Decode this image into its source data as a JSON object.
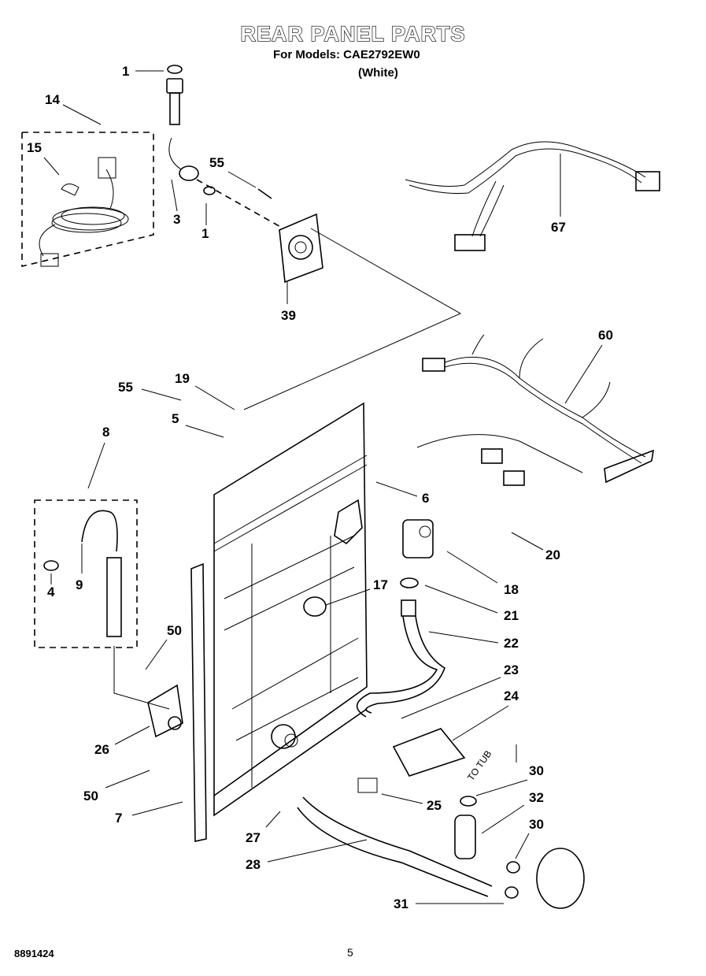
{
  "header": {
    "title": "REAR PANEL PARTS",
    "models_line": "For Models: CAE2792EW0",
    "color_line": "(White)"
  },
  "footer": {
    "code": "8891424",
    "page": "5"
  },
  "tub_text": "TO TUB",
  "callouts": [
    "1",
    "14",
    "15",
    "3",
    "1",
    "55",
    "39",
    "67",
    "60",
    "19",
    "55",
    "5",
    "8",
    "6",
    "20",
    "18",
    "21",
    "9",
    "4",
    "17",
    "22",
    "50",
    "23",
    "24",
    "26",
    "30",
    "32",
    "25",
    "50",
    "7",
    "27",
    "28",
    "30",
    "31"
  ]
}
